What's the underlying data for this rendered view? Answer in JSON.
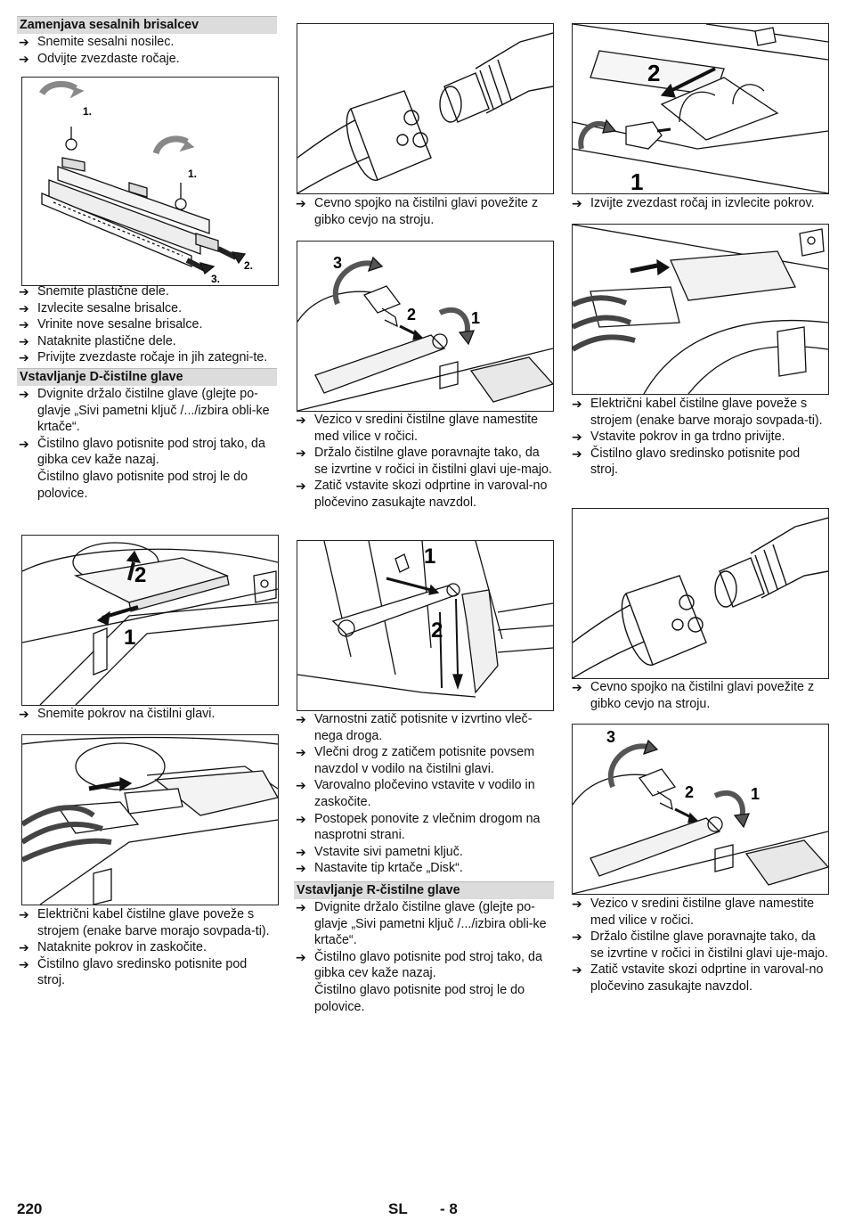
{
  "col1": {
    "sec1_title": "Zamenjava sesalnih brisalcev",
    "sec1_steps_a": [
      "Snemite sesalni nosilec.",
      "Odvijte zvezdaste ročaje."
    ],
    "fig1_labels": [
      "1.",
      "1.",
      "2.",
      "3."
    ],
    "sec1_steps_b": [
      "Snemite plastične dele.",
      "Izvlecite sesalne brisalce.",
      "Vrinite nove sesalne brisalce.",
      "Nataknite plastične dele.",
      "Privijte zvezdaste ročaje in jih zategni-te."
    ],
    "sec2_title": "Vstavljanje D-čistilne glave",
    "sec2_step1": "Dvignite držalo čistilne glave (glejte po-glavje „Sivi pametni ključ /.../izbira obli-ke krtače“.",
    "sec2_step2": "Čistilno glavo potisnite pod stroj tako, da gibka cev kaže nazaj.",
    "sec2_note": "Čistilno glavo potisnite pod stroj le do polovice.",
    "fig2_labels": [
      "2",
      "1"
    ],
    "step_cover": "Snemite pokrov na čistilni glavi.",
    "steps_end": [
      "Električni kabel čistilne glave poveže s strojem (enake barve morajo sovpada-ti).",
      "Nataknite pokrov in zaskočite.",
      "Čistilno glavo sredinsko potisnite pod stroj."
    ]
  },
  "col2": {
    "step_hose": "Cevno spojko na čistilni glavi povežite z gibko cevjo na stroju.",
    "fig_labels": [
      "3",
      "2",
      "1"
    ],
    "steps_mid": [
      "Vezico v sredini čistilne glave namestite med vilice v ročici.",
      "Držalo čistilne glave poravnajte tako, da se izvrtine v ročici in čistilni glavi uje-majo.",
      "Zatič vstavite skozi odprtine in varoval-no pločevino zasukajte navzdol."
    ],
    "fig_pin_labels": [
      "1",
      "2"
    ],
    "steps_pin": [
      "Varnostni zatič potisnite v izvrtino vleč-nega droga.",
      "Vlečni drog z zatičem potisnite povsem navzdol v vodilo na čistilni glavi.",
      "Varovalno pločevino vstavite v vodilo in zaskočite.",
      "Postopek ponovite z vlečnim drogom na nasprotni strani.",
      "Vstavite sivi pametni ključ.",
      "Nastavite tip krtače „Disk“."
    ],
    "sec3_title": "Vstavljanje R-čistilne glave",
    "sec3_step1": "Dvignite držalo čistilne glave (glejte po-glavje „Sivi pametni ključ /.../izbira obli-ke krtače“.",
    "sec3_step2": "Čistilno glavo potisnite pod stroj tako, da gibka cev kaže nazaj.",
    "sec3_note": "Čistilno glavo potisnite pod stroj le do polovice."
  },
  "col3": {
    "fig_labels_top": [
      "2",
      "1"
    ],
    "step_knob": "Izvijte zvezdast ročaj in izvlecite pokrov.",
    "steps_cable": [
      "Električni kabel čistilne glave poveže s strojem (enake barve morajo sovpada-ti).",
      "Vstavite pokrov in ga trdno privijte.",
      "Čistilno glavo sredinsko potisnite pod stroj."
    ],
    "step_hose": "Cevno spojko na čistilni glavi povežite z gibko cevjo na stroju.",
    "fig_labels_fork": [
      "3",
      "2",
      "1"
    ],
    "steps_end": [
      "Vezico v sredini čistilne glave namestite med vilice v ročici.",
      "Držalo čistilne glave poravnajte tako, da se izvrtine v ročici in čistilni glavi uje-majo.",
      "Zatič vstavite skozi odprtine in varoval-no pločevino zasukajte navzdol."
    ]
  },
  "arrow_glyph": "➔",
  "footer": {
    "page_number": "220",
    "language": "SL",
    "page_suffix": "- 8"
  }
}
